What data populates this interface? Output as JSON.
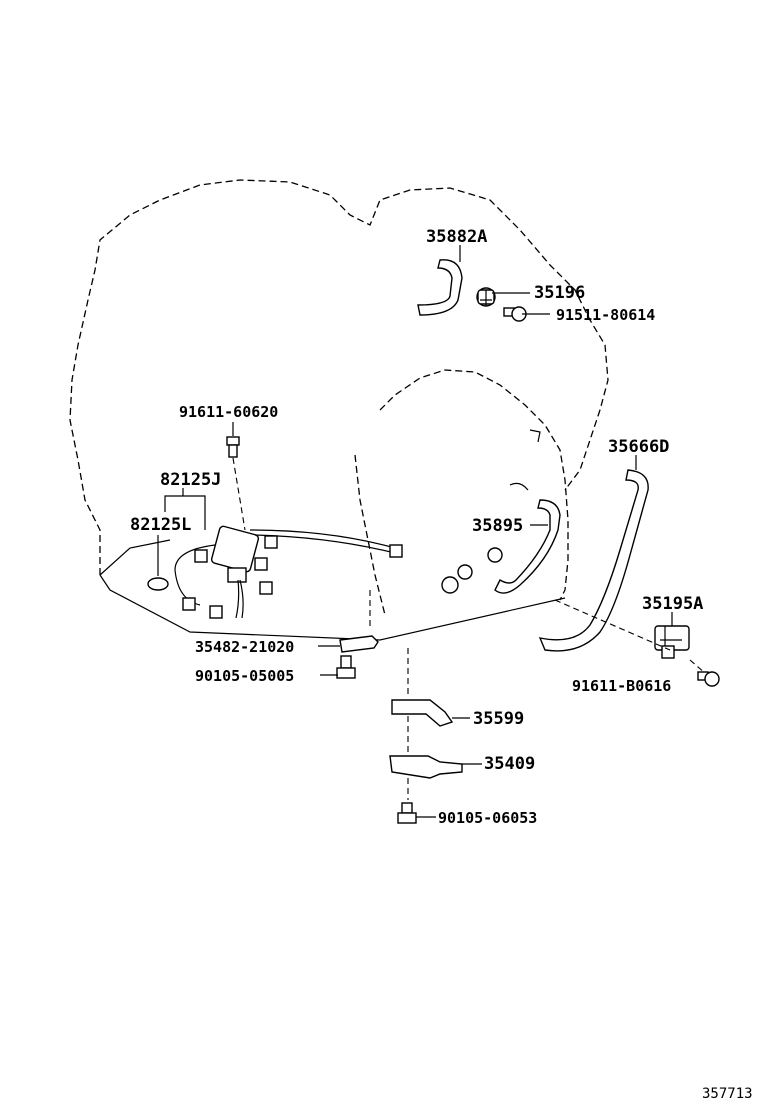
{
  "labels": {
    "l35882A": "35882A",
    "l35196": "35196",
    "l91511": "91511-80614",
    "l91611_60620": "91611-60620",
    "l82125J": "82125J",
    "l82125L": "82125L",
    "l35895": "35895",
    "l35666D": "35666D",
    "l35195A": "35195A",
    "l35482": "35482-21020",
    "l90105_05005": "90105-05005",
    "l91611_B0616": "91611-B0616",
    "l35599": "35599",
    "l35409": "35409",
    "l90105_06053": "90105-06053"
  },
  "reference_number": "357713"
}
